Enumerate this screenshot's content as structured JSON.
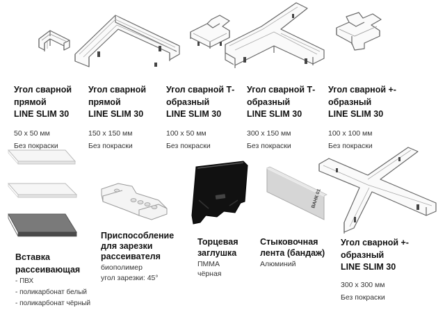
{
  "products": [
    {
      "id": "corner-50",
      "title_lines": [
        "Угол сварной",
        "прямой",
        "LINE SLIM 30"
      ],
      "spec_lines": [
        "50 х 50 мм",
        "Без покраски"
      ],
      "icon": "corner-icon"
    },
    {
      "id": "corner-150",
      "title_lines": [
        "Угол сварной",
        "прямой",
        "LINE SLIM 30"
      ],
      "spec_lines": [
        "150 х 150 мм",
        "Без покраски"
      ],
      "icon": "corner-large-icon"
    },
    {
      "id": "tee-100x50",
      "title_lines": [
        "Угол сварной Т-",
        "образный",
        "LINE SLIM 30"
      ],
      "spec_lines": [
        "100 х 50 мм",
        "Без покраски"
      ],
      "icon": "tee-icon"
    },
    {
      "id": "tee-300x150",
      "title_lines": [
        "Угол сварной Т-",
        "образный",
        "LINE SLIM 30"
      ],
      "spec_lines": [
        "300 х 150 мм",
        "Без покраски"
      ],
      "icon": "tee-large-icon"
    },
    {
      "id": "cross-100",
      "title_lines": [
        "Угол сварной +-",
        "образный",
        "LINE SLIM 30"
      ],
      "spec_lines": [
        "100 х 100 мм",
        "Без покраски"
      ],
      "icon": "cross-icon"
    },
    {
      "id": "diffuser",
      "title_lines": [
        "Вставка",
        "рассеивающая"
      ],
      "spec_lines": [
        "- ПВХ",
        "- поликарбонат белый",
        "- поликарбонат чёрный"
      ],
      "icon": "diffuser-strips-icon"
    },
    {
      "id": "cutting-jig",
      "title_lines": [
        "Приспособление",
        "для зарезки",
        "рассеивателя"
      ],
      "spec_lines": [
        "биополимер",
        "угол зарезки: 45°"
      ],
      "icon": "cutting-jig-icon"
    },
    {
      "id": "end-cap",
      "title_lines": [
        "Торцевая",
        "заглушка"
      ],
      "spec_lines": [
        "ПММА",
        "чёрная"
      ],
      "icon": "end-cap-icon"
    },
    {
      "id": "joint-tape",
      "title_lines": [
        "Стыковочная",
        "лента (бандаж)"
      ],
      "spec_lines": [
        "Алюминий"
      ],
      "icon": "joint-tape-icon",
      "tape_text": "ВАНК 01"
    },
    {
      "id": "cross-300",
      "title_lines": [
        "Угол сварной +-",
        "образный",
        "LINE SLIM 30"
      ],
      "spec_lines": [
        "300 х 300 мм",
        "Без покраски"
      ],
      "icon": "cross-large-icon"
    }
  ]
}
